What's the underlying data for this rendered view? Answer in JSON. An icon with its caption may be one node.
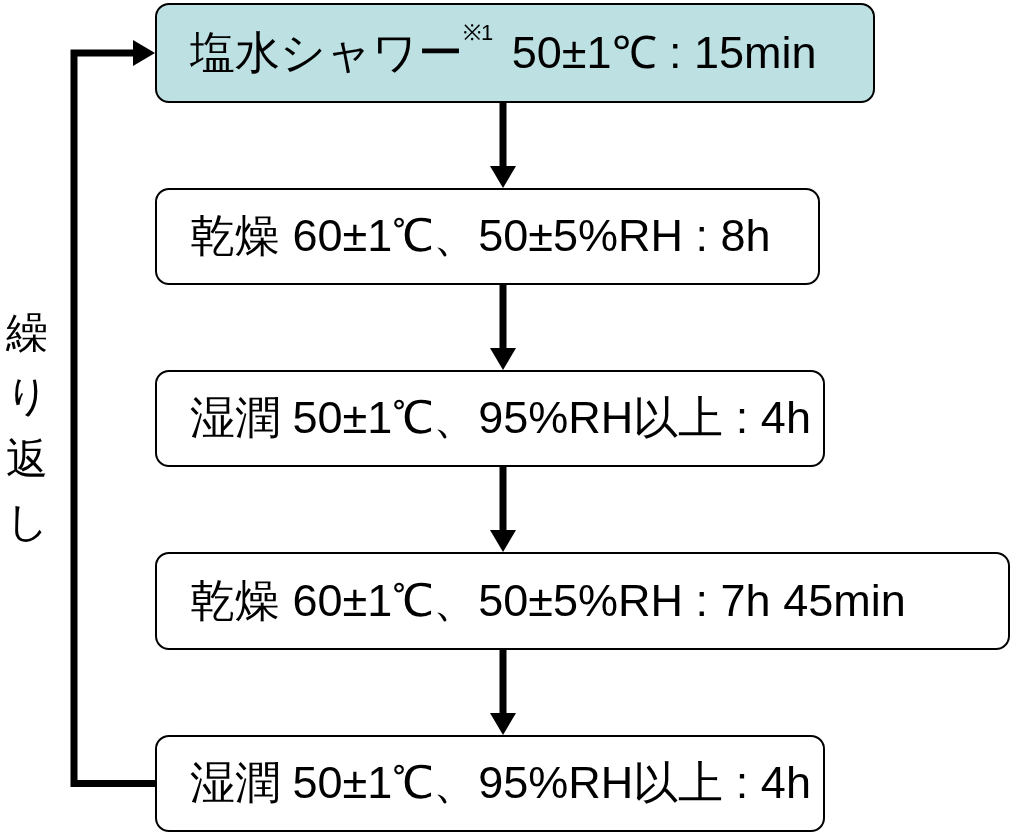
{
  "diagram": {
    "nodes": [
      {
        "text": [
          "塩水シャワー$^{※1}$ 50±1℃ : 15min"
        ]
      },
      {
        "text": [
          "乾燥 60±1℃、50±5%RH : 8h"
        ]
      },
      {
        "text": [
          "湿潤 50±1℃、95%RH以上 : 4h"
        ]
      },
      {
        "text": [
          "乾燥 60±1℃、50±5%RH : 7h 45min"
        ]
      },
      {
        "text": [
          "湿潤 50±1℃、95%RH以上 : 4h"
        ]
      }
    ],
    "edges": [
      {
        "from": 0,
        "to": 1,
        "arrow": "to"
      },
      {
        "from": 1,
        "to": 2,
        "arrow": "to"
      },
      {
        "from": 2,
        "to": 3,
        "arrow": "to"
      },
      {
        "from": 3,
        "to": 4,
        "arrow": "to"
      },
      {
        "from": 4,
        "to": 0,
        "arrow": "to",
        "label": "繰り返し"
      }
    ]
  }
}
